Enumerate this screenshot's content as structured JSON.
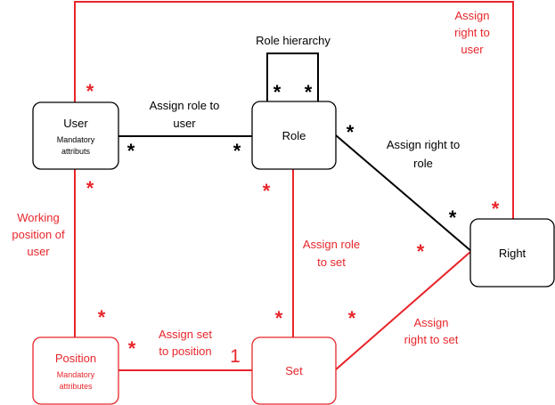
{
  "colors": {
    "black": "#000000",
    "red": "#e8262b",
    "background": "#ffffff"
  },
  "nodes": {
    "user": {
      "title": "User",
      "subtitle_line1": "Mandatory",
      "subtitle_line2": "attributs"
    },
    "role": {
      "title": "Role"
    },
    "right": {
      "title": "Right"
    },
    "position": {
      "title": "Position",
      "subtitle_line1": "Mandatory",
      "subtitle_line2": "attributes"
    },
    "set": {
      "title": "Set"
    }
  },
  "edges": {
    "role_hierarchy": {
      "label": "Role hierarchy",
      "mult_left": "*",
      "mult_right": "*"
    },
    "assign_role_to_user": {
      "label_line1": "Assign role to",
      "label_line2": "user",
      "mult_user": "*",
      "mult_role": "*"
    },
    "assign_right_to_role": {
      "label_line1": "Assign right to",
      "label_line2": "role",
      "mult_role": "*",
      "mult_right": "*"
    },
    "assign_right_to_user": {
      "label_line1": "Assign",
      "label_line2": "right to",
      "label_line3": "user",
      "mult_user": "*",
      "mult_right": "*"
    },
    "working_position_of_user": {
      "label_line1": "Working",
      "label_line2": "position of",
      "label_line3": "user",
      "mult_user": "*",
      "mult_position": "*"
    },
    "assign_role_to_set": {
      "label_line1": "Assign role",
      "label_line2": "to set",
      "mult_role": "*",
      "mult_set": "*"
    },
    "assign_set_to_position": {
      "label_line1": "Assign set",
      "label_line2": "to position",
      "mult_position": "*",
      "mult_set": "1"
    },
    "assign_right_to_set": {
      "label_line1": "Assign",
      "label_line2": "right to set",
      "mult_set": "*",
      "mult_right": "*"
    }
  }
}
